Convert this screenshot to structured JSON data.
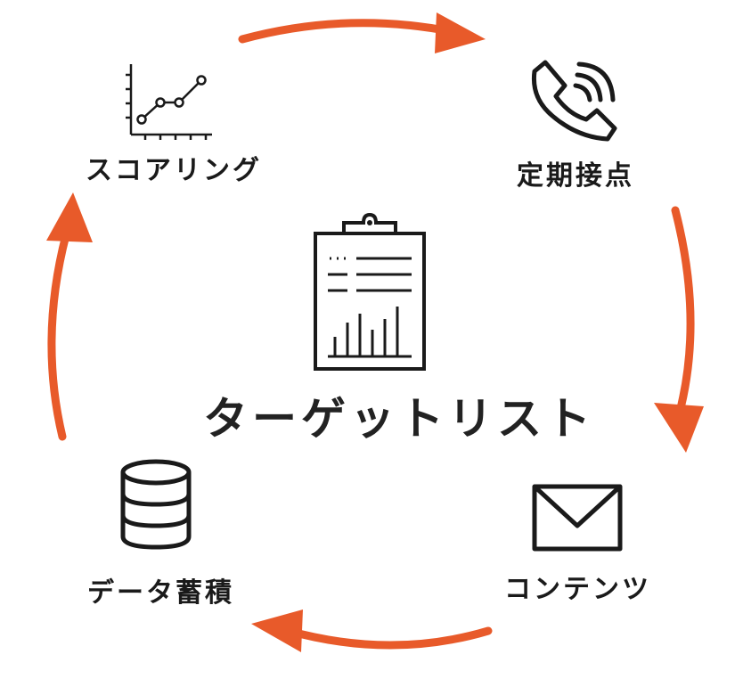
{
  "center": {
    "label": "ターゲットリスト",
    "icon": "clipboard-report-icon"
  },
  "nodes": {
    "scoring": {
      "label": "スコアリング",
      "icon": "line-chart-icon"
    },
    "contact": {
      "label": "定期接点",
      "icon": "phone-icon"
    },
    "content": {
      "label": "コンテンツ",
      "icon": "envelope-icon"
    },
    "data": {
      "label": "データ蓄積",
      "icon": "database-icon"
    }
  },
  "colors": {
    "arrow": "#e85a2a",
    "icon_stroke": "#1a1a1a",
    "text": "#1a1a1a"
  }
}
